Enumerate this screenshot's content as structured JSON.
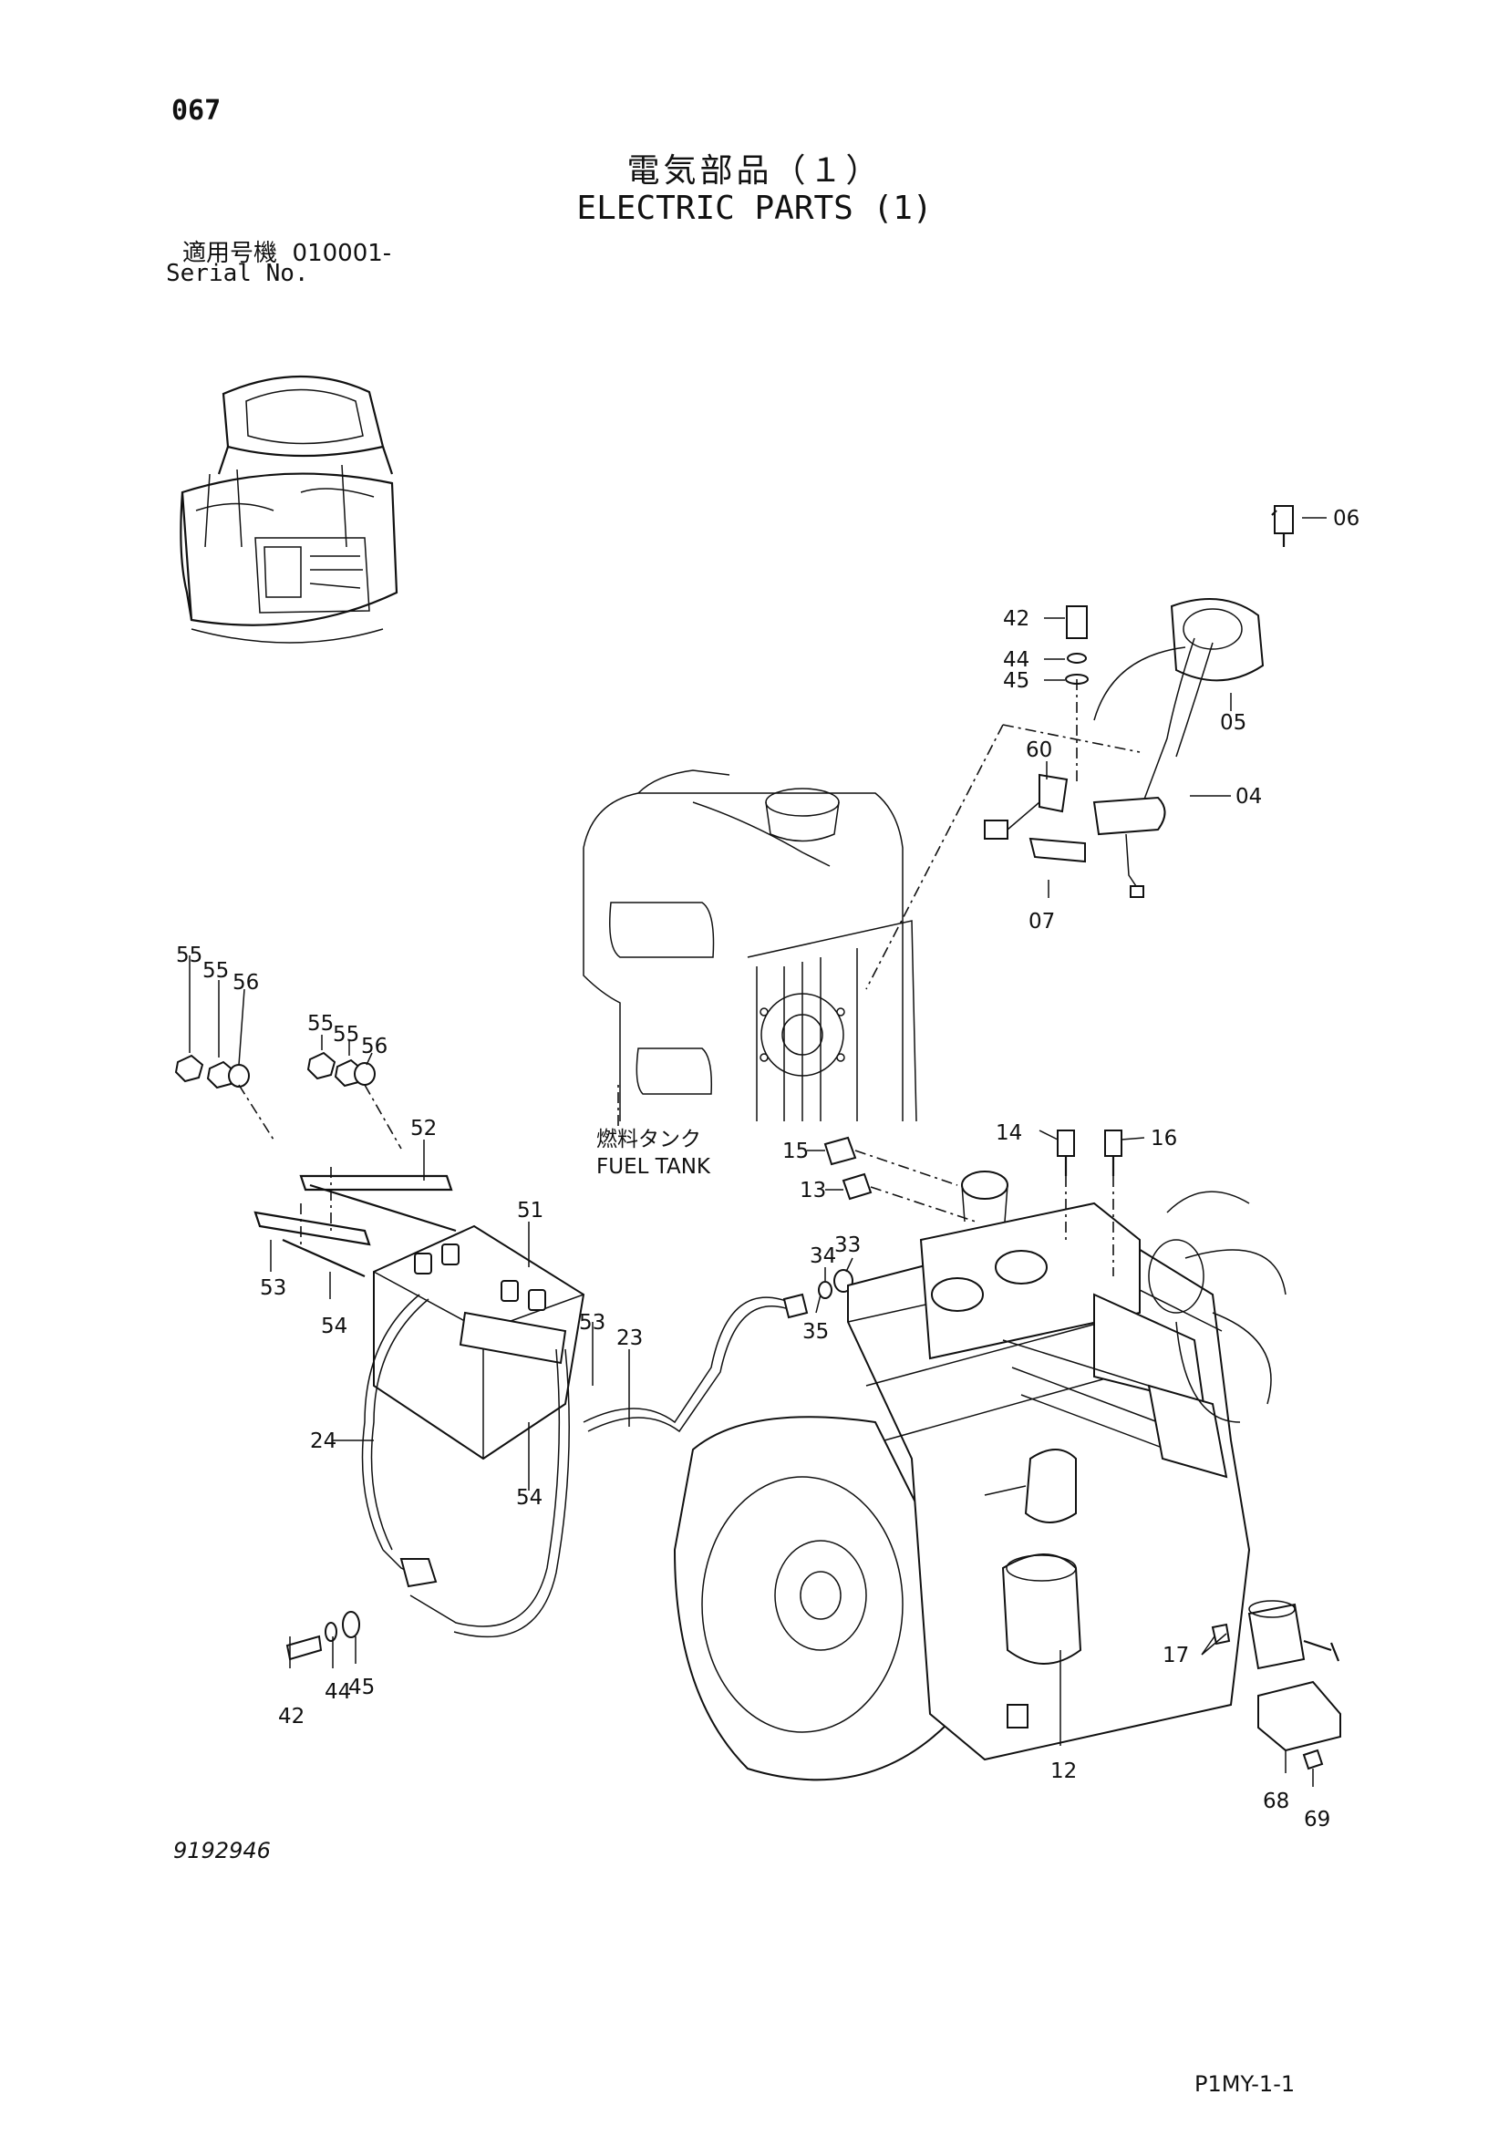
{
  "page_number": "067",
  "title_jp": "電気部品（１）",
  "title_en": "ELECTRIC PARTS (1)",
  "serial_label_jp": "適用号機",
  "serial_value": "010001-",
  "serial_label_en": "Serial No.",
  "document_number": "9192946",
  "page_code": "P1MY-1-1",
  "fuel_tank_jp": "燃料タンク",
  "fuel_tank_en": "FUEL TANK",
  "callouts": {
    "c06": "06",
    "c42a": "42",
    "c44a": "44",
    "c45a": "45",
    "c05": "05",
    "c60": "60",
    "c04": "04",
    "c07": "07",
    "c55a": "55",
    "c55b": "55",
    "c56a": "56",
    "c55c": "55",
    "c55d": "55",
    "c56b": "56",
    "c52": "52",
    "c51": "51",
    "c53a": "53",
    "c54a": "54",
    "c53b": "53",
    "c23": "23",
    "c24": "24",
    "c54b": "54",
    "c42b": "42",
    "c44b": "44",
    "c45b": "45",
    "c14": "14",
    "c16": "16",
    "c15": "15",
    "c13": "13",
    "c34": "34",
    "c33": "33",
    "c35": "35",
    "c17": "17",
    "c12": "12",
    "c68": "68",
    "c69": "69"
  }
}
